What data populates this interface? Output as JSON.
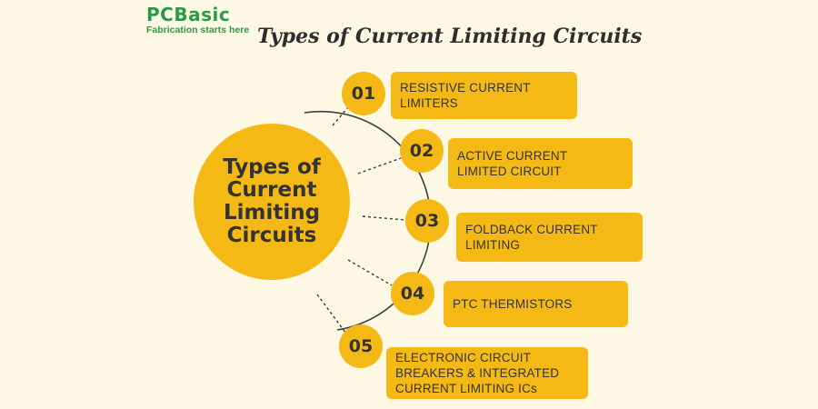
{
  "logo": {
    "wordmark": "PCBasic",
    "tagline": "Fabrication starts here"
  },
  "title": "Types of Current Limiting Circuits",
  "hub": {
    "label": "Types of Current Limiting Circuits"
  },
  "items": [
    {
      "number": "01",
      "label": "RESISTIVE CURRENT LIMITERS"
    },
    {
      "number": "02",
      "label": "ACTIVE CURRENT LIMITED CIRCUIT"
    },
    {
      "number": "03",
      "label": "FOLDBACK CURRENT LIMITING"
    },
    {
      "number": "04",
      "label": "PTC THERMISTORS"
    },
    {
      "number": "05",
      "label": "ELECTRONIC CIRCUIT BREAKERS & INTEGRATED CURRENT LIMITING ICs"
    }
  ],
  "colors": {
    "background": "#fdf8e4",
    "accent": "#f4b914",
    "brand": "#2b9a47",
    "text": "#333333"
  }
}
